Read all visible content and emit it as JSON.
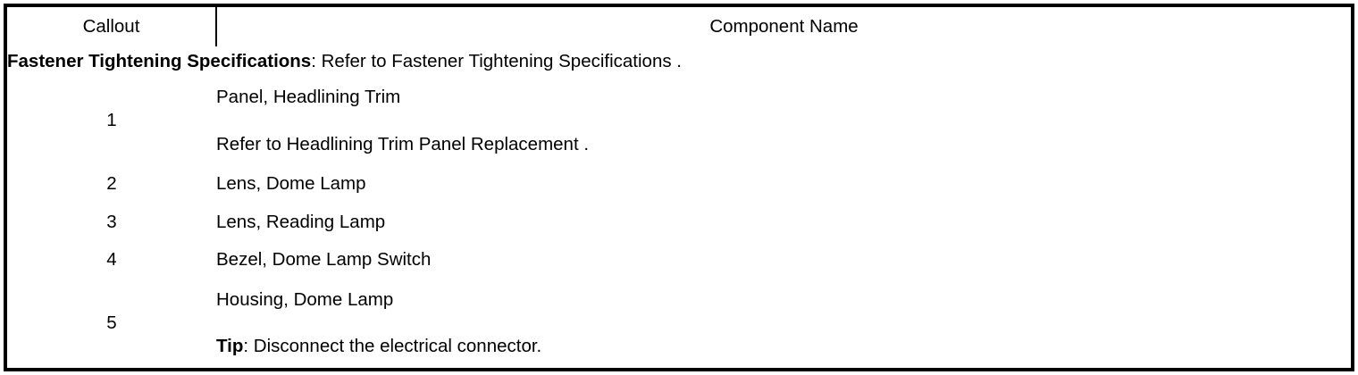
{
  "table": {
    "headers": {
      "callout": "Callout",
      "component_name": "Component Name"
    },
    "spec_row": {
      "bold_label": "Fastener Tightening Specifications",
      "rest_text": ": Refer to Fastener Tightening Specifications ."
    },
    "rows": [
      {
        "callout": "1",
        "lines": [
          {
            "text": "Panel, Headlining Trim"
          },
          {
            "text": "Refer to Headlining Trim Panel Replacement ."
          }
        ]
      },
      {
        "callout": "2",
        "lines": [
          {
            "text": "Lens, Dome Lamp"
          }
        ]
      },
      {
        "callout": "3",
        "lines": [
          {
            "text": "Lens, Reading Lamp"
          }
        ]
      },
      {
        "callout": "4",
        "lines": [
          {
            "text": "Bezel, Dome Lamp Switch"
          }
        ]
      },
      {
        "callout": "5",
        "lines": [
          {
            "text": "Housing, Dome Lamp"
          },
          {
            "bold_prefix": "Tip",
            "text": ": Disconnect the electrical connector."
          }
        ]
      }
    ]
  },
  "colors": {
    "border": "#000000",
    "text": "#000000",
    "background": "#ffffff"
  }
}
